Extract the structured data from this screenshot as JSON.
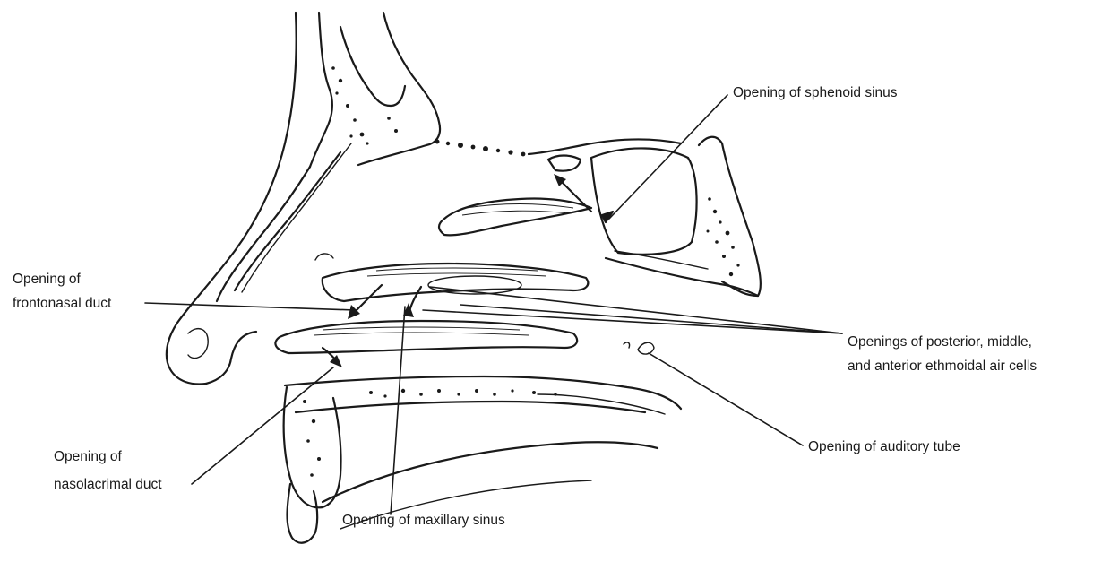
{
  "labels": {
    "sphenoid_sinus": "Opening of sphenoid sinus",
    "frontonasal_1": "Opening of",
    "frontonasal_2": "frontonasal duct",
    "ethmoidal_1": "Openings of posterior, middle,",
    "ethmoidal_2": "and anterior ethmoidal air cells",
    "nasolacrimal_1": "Opening of",
    "nasolacrimal_2": "nasolacrimal duct",
    "auditory_tube": "Opening of auditory tube",
    "maxillary_sinus": "Opening of maxillary sinus"
  },
  "colors": {
    "ink": "#1a1a1a",
    "background": "#ffffff"
  }
}
